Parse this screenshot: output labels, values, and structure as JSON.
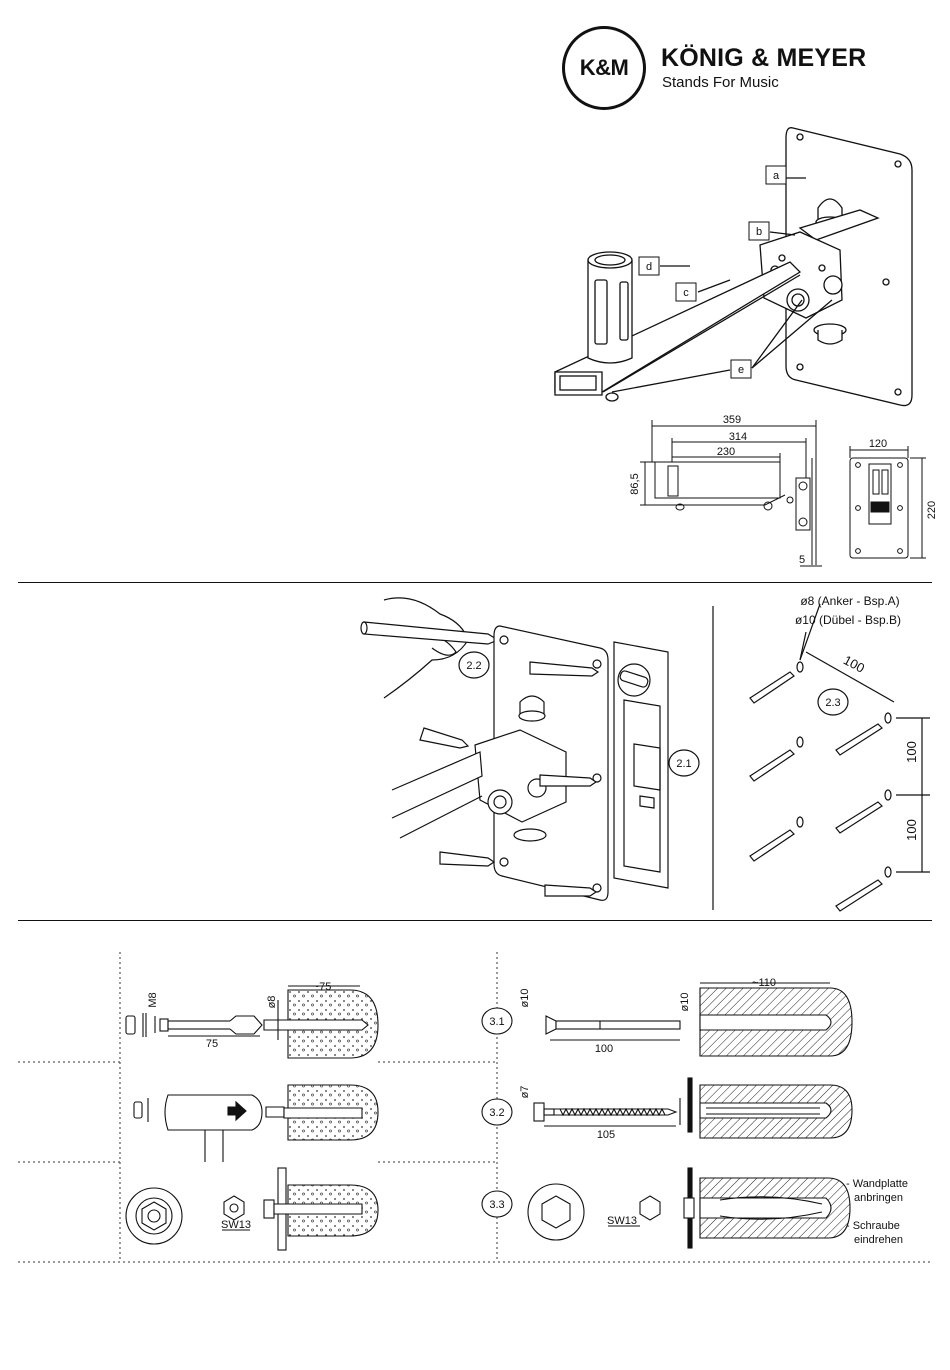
{
  "brand": {
    "logo_mark": "K&M",
    "name": "KÖNIG & MEYER",
    "tagline": "Stands For Music"
  },
  "part_labels": [
    "a",
    "b",
    "c",
    "d",
    "e"
  ],
  "dimensions_side": {
    "d359": "359",
    "d314": "314",
    "d230": "230",
    "d86_5": "86,5",
    "d5": "5"
  },
  "dimensions_plate": {
    "w120": "120",
    "h220": "220"
  },
  "steps": {
    "s2_1": "2.1",
    "s2_2": "2.2",
    "s2_3": "2.3",
    "s3_1": "3.1",
    "s3_2": "3.2",
    "s3_3": "3.3"
  },
  "drilling": {
    "anchor_note": "ø8 (Anker - Bsp.A)",
    "dowel_note": "ø10 (Dübel - Bsp.B)",
    "spacing_diag": "100",
    "spacing_v1": "100",
    "spacing_v2": "100"
  },
  "anchor_method": {
    "bolt_thread": "M8",
    "bolt_length": "75",
    "hole_dia": "ø8",
    "hole_depth": "~75",
    "wrench": "SW13"
  },
  "dowel_method": {
    "screw_dia": "ø10",
    "screw_length": "100",
    "hole_dia": "ø10",
    "hole_depth": "~110",
    "screw2_dia": "ø7",
    "screw2_length": "105",
    "wrench": "SW13",
    "note_1_line_1": "- Wandplatte",
    "note_1_line_2": "anbringen",
    "note_2_line_1": "- Schraube",
    "note_2_line_2": "eindrehen"
  }
}
